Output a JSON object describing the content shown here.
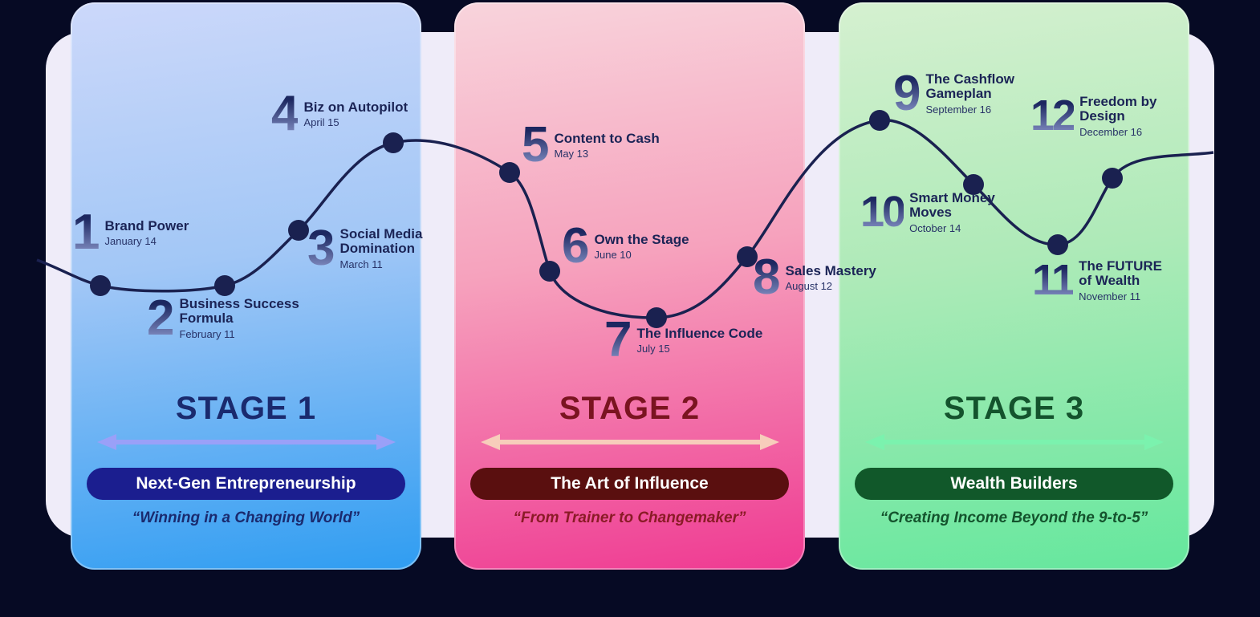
{
  "colors": {
    "background": "#060a24",
    "curve": "#1a2150",
    "node": "#1a2150",
    "stage1_accent": "#9aa0f8",
    "stage2_accent": "#f7cdbb",
    "stage3_accent": "#7bf2ae",
    "stage1_pill_bg": "#1b1e8f",
    "stage2_pill_bg": "#5a0f0f",
    "stage3_pill_bg": "#11582a"
  },
  "stages": [
    {
      "label": "STAGE 1",
      "pill": "Next-Gen Entrepreneurship",
      "quote": "“Winning in a Changing World”",
      "milestones": [
        {
          "number": "1",
          "title": "Brand Power",
          "date": "January 14"
        },
        {
          "number": "2",
          "title": "Business Success\nFormula",
          "date": "February 11"
        },
        {
          "number": "3",
          "title": "Social Media\nDomination",
          "date": "March 11"
        },
        {
          "number": "4",
          "title": "Biz on Autopilot",
          "date": "April 15"
        }
      ]
    },
    {
      "label": "STAGE 2",
      "pill": "The Art of Influence",
      "quote": "“From Trainer to Changemaker”",
      "milestones": [
        {
          "number": "5",
          "title": "Content to Cash",
          "date": "May 13"
        },
        {
          "number": "6",
          "title": "Own the Stage",
          "date": "June 10"
        },
        {
          "number": "7",
          "title": "The Influence Code",
          "date": "July 15"
        },
        {
          "number": "8",
          "title": "Sales Mastery",
          "date": "August 12"
        }
      ]
    },
    {
      "label": "STAGE 3",
      "pill": "Wealth Builders",
      "quote": "“Creating Income Beyond the 9-to-5”",
      "milestones": [
        {
          "number": "9",
          "title": "The Cashflow\nGameplan",
          "date": "September 16"
        },
        {
          "number": "10",
          "title": "Smart Money\nMoves",
          "date": "October 14"
        },
        {
          "number": "11",
          "title": "The FUTURE\nof Wealth",
          "date": "November 11"
        },
        {
          "number": "12",
          "title": "Freedom by\nDesign",
          "date": "December 16"
        }
      ]
    }
  ]
}
